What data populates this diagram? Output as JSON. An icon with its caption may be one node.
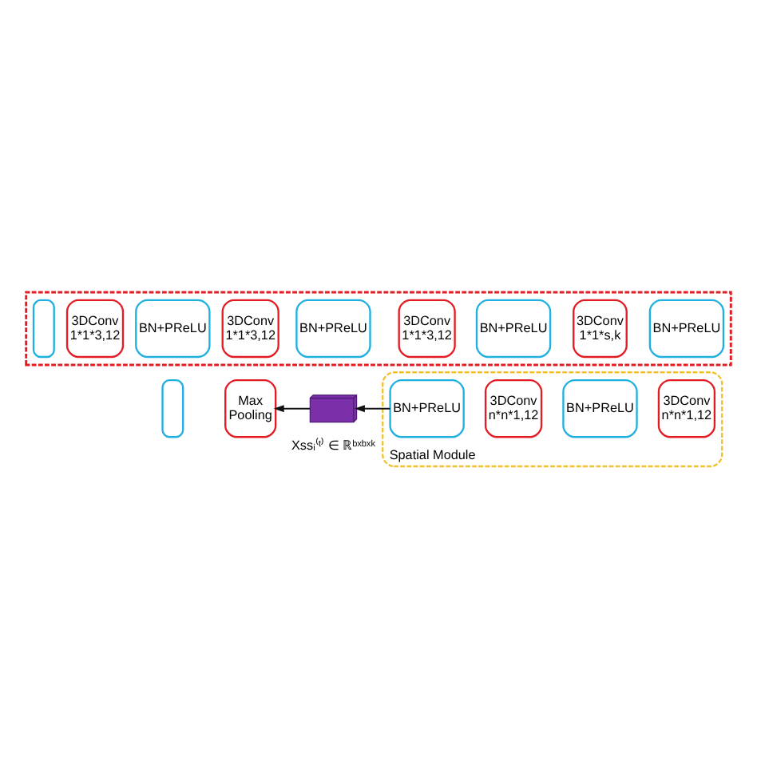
{
  "diagram": {
    "nodes": [
      {
        "text": [],
        "shape": "band"
      },
      {
        "text": [],
        "shape": "box",
        "in": 0
      },
      {
        "text": [
          "3DConv 1*1*3,12"
        ],
        "in": 0
      },
      {
        "text": [
          "BN+PReLU"
        ],
        "in": 0
      },
      {
        "text": [
          "3DConv 1*1*3,12"
        ],
        "in": 0
      },
      {
        "text": [
          "BN+PReLU"
        ],
        "in": 0
      },
      {
        "text": [
          "3DConv 1*1*3,12"
        ],
        "in": 0
      },
      {
        "text": [
          "BN+PReLU"
        ],
        "in": 0
      },
      {
        "text": [
          "3DConv 1*1*s,k"
        ],
        "in": 0
      },
      {
        "text": [
          "BN+PReLU"
        ],
        "in": 0
      },
      {
        "text": [],
        "shape": "box"
      },
      {
        "text": [
          "Max Pooling"
        ]
      },
      {
        "text": [],
        "shape": "cube",
        "beside": [
          "Xssᵢ⁽ᵗ⁾ ∈ ℝᵇˣᵇˣᵏ"
        ]
      },
      {
        "text": [
          "Spatial Module"
        ]
      },
      {
        "text": [
          "BN+PReLU"
        ],
        "in": 13
      },
      {
        "text": [
          "3DConv n*n*1,12"
        ],
        "in": 13
      },
      {
        "text": [
          "BN+PReLU"
        ],
        "in": 13
      },
      {
        "text": [
          "3DConv n*n*1,12"
        ],
        "in": 13
      }
    ],
    "edges": [
      {
        "from": 14,
        "to": 12,
        "arrow": "to"
      },
      {
        "from": 12,
        "to": 11,
        "arrow": "to"
      }
    ]
  }
}
